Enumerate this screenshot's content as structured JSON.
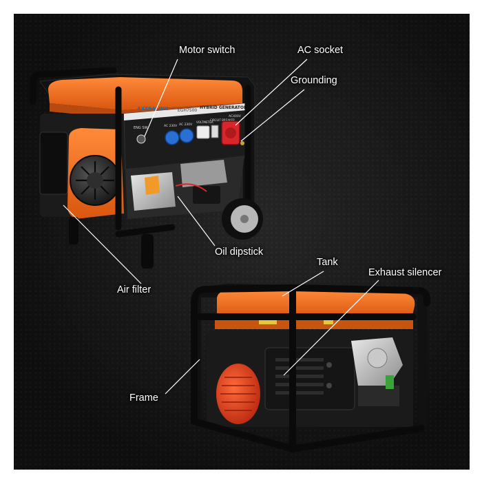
{
  "callouts": {
    "motor_switch": "Motor switch",
    "ac_socket": "AC socket",
    "grounding": "Grounding",
    "oil_dipstick": "Oil dipstick",
    "air_filter": "Air filter",
    "tank": "Tank",
    "exhaust_silencer": "Exhaust silencer",
    "frame": "Frame"
  },
  "panel_text": {
    "brand": "EXTRALINK",
    "model": "EGH7500",
    "product": "HYBRID GENERATOR",
    "eng_sw": "ENG SW",
    "ac_230v": "AC 230V",
    "ac_230v_2": "AC 230V",
    "voltmeter": "VOLTMETER",
    "breaker": "CIRCUIT BREAKER",
    "ac400v": "AC400V"
  },
  "colors": {
    "background": "#1a1a1a",
    "generator_orange": "#ef6a1d",
    "frame_black": "#111111",
    "socket_blue": "#2a6fd1",
    "socket_red": "#d9262a",
    "label_text": "#ffffff"
  }
}
